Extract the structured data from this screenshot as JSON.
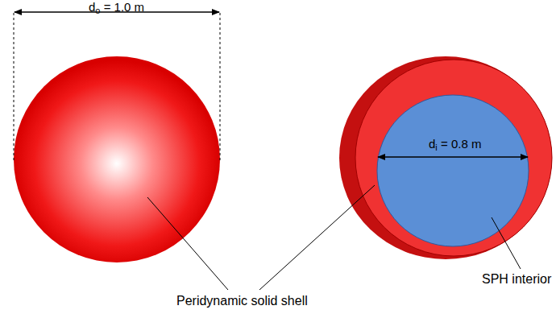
{
  "diagram": {
    "labels": [
      "d",
      "o",
      "= 1.0 m",
      "d",
      "i",
      "= 0.8 m",
      "Peridynamic solid shell",
      "SPH interior"
    ]
  }
}
